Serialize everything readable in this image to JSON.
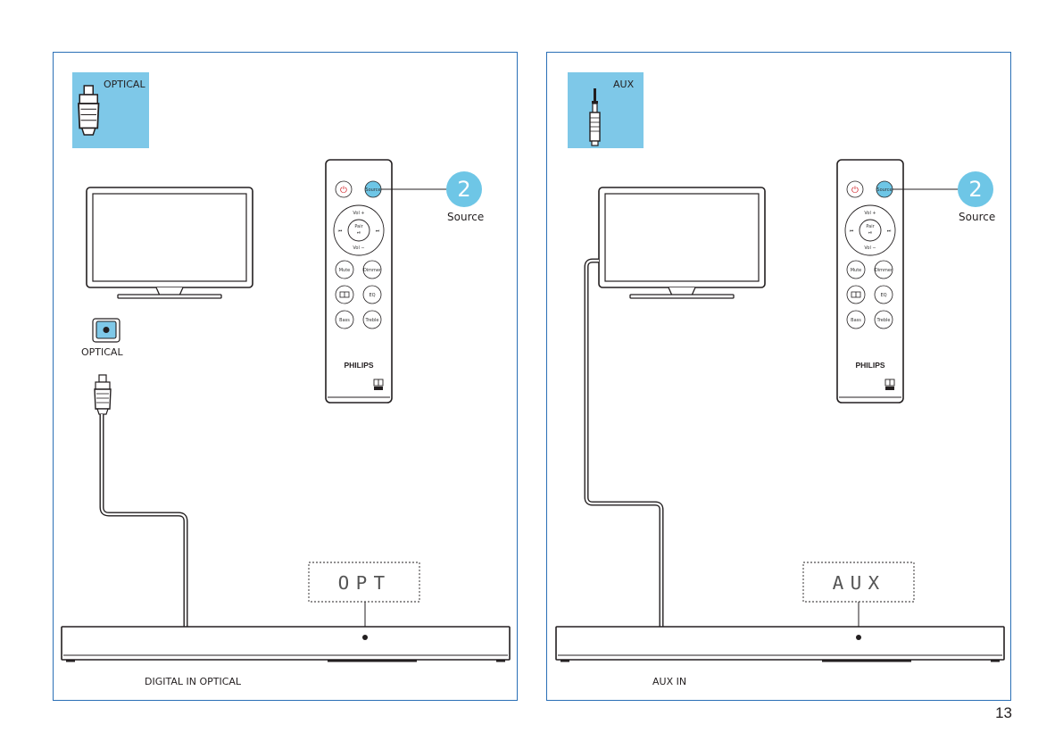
{
  "page_number": "13",
  "panels": [
    {
      "id": "optical",
      "connector_badge": "OPTICAL",
      "tv_port_label": "OPTICAL",
      "callout_number": "2",
      "callout_label": "Source",
      "display_text": "OPT",
      "caption": "DIGITAL IN OPTICAL"
    },
    {
      "id": "aux",
      "connector_badge": "AUX",
      "callout_number": "2",
      "callout_label": "Source",
      "display_text": "AUX",
      "caption": "AUX IN"
    }
  ],
  "remote": {
    "brand": "PHILIPS",
    "buttons": {
      "power": "⏻",
      "source": "Source",
      "vol_up": "Vol +",
      "vol_down": "Vol −",
      "prev": "⏮",
      "play": "⏯",
      "next": "⏭",
      "pair": "Pair",
      "mute": "Mute",
      "dimmer": "Dimmer",
      "dolby": "DD",
      "eq": "EQ",
      "bass": "Bass",
      "treble": "Treble"
    }
  },
  "colors": {
    "panel_border": "#2a6fb6",
    "badge_bg": "#7ec8e8",
    "callout_bg": "#6ec6e6",
    "power_red": "#d3232a",
    "line": "#231f20"
  }
}
